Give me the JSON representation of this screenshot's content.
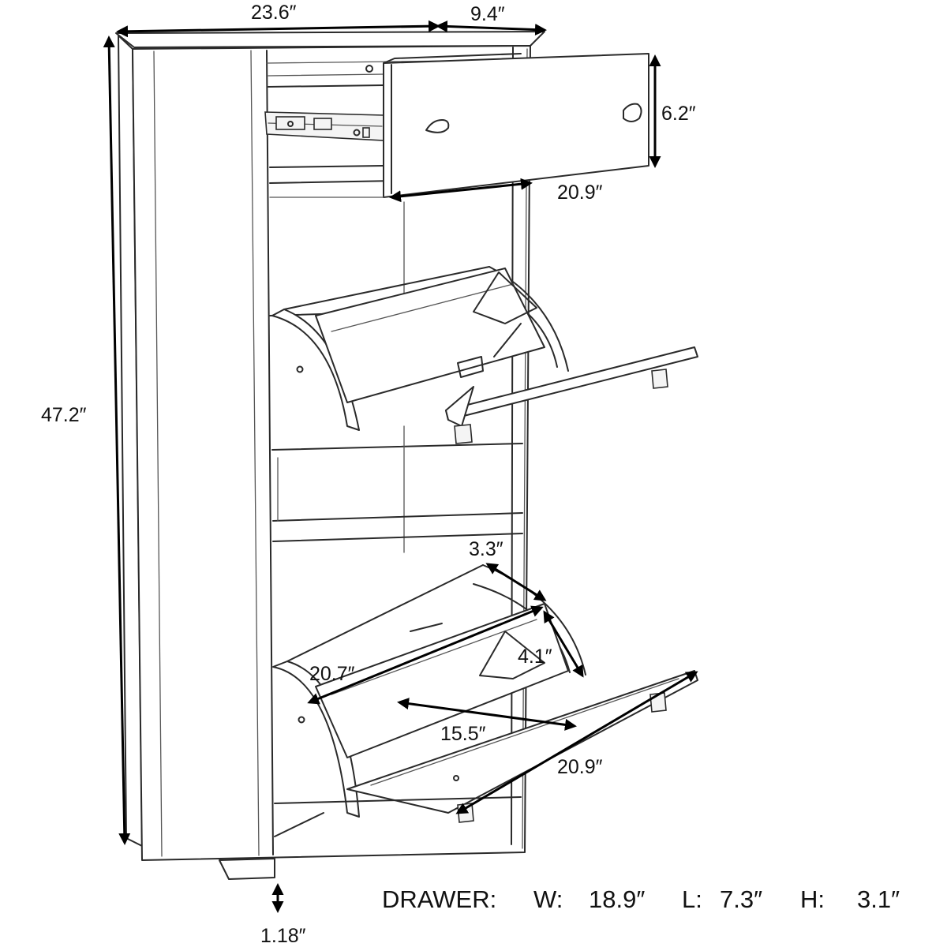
{
  "dimensions": {
    "width": "23.6″",
    "depth": "9.4″",
    "height": "47.2″",
    "top_drawer_height": "6.2″",
    "top_drawer_width": "20.9″",
    "flap_depth": "3.3″",
    "hinge_depth": "4.1″",
    "compartment_width": "20.7″",
    "flap_inner_width": "15.5″",
    "flap_width": "20.9″",
    "foot_height": "1.18″"
  },
  "drawer_spec": {
    "label": "DRAWER:",
    "w_label": "W:",
    "w_value": "18.9″",
    "l_label": "L:",
    "l_value": "7.3″",
    "h_label": "H:",
    "h_value": "3.1″"
  }
}
